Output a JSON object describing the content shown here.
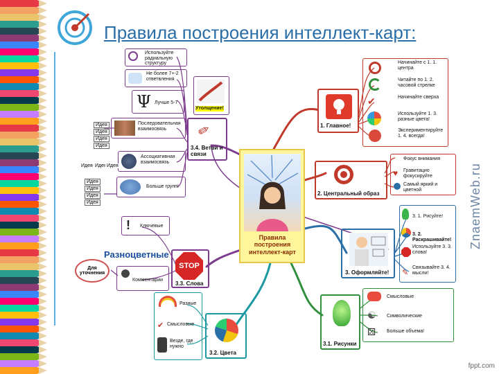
{
  "title": "Правила построения интеллект-карт",
  "title_colon": ":",
  "watermark": "ZnaemWeb.ru",
  "footer": "fppt.com",
  "center": "Правила построения интеллект-карт",
  "branch1": {
    "label": "1. Главное!",
    "items": [
      "Начинайте с 1. 1. центра",
      "Читайте по 1. 2. часовой стрелке",
      "Начинайте сверха",
      "Используйте 1. 3. разные цвета!",
      "Экспериментируйте 1. 4. всегда!"
    ]
  },
  "branch2": {
    "label": "2. Центральный образ",
    "items": [
      "Фокус внимания",
      "Гравитацио фокусируйте",
      "Самый яркий и цветной"
    ]
  },
  "branch3": {
    "label": "3. Оформляйте!",
    "items": [
      "3. 1. Рисуйте!",
      "3. 2. Раскрашивайте!",
      "Используйте 3. 3. слова!",
      "Связывайте 3. 4. мысли!"
    ]
  },
  "branch31": {
    "label": "3.1. Рисунки",
    "items": [
      "Смысловые",
      "Символические",
      "Больше объема!"
    ]
  },
  "branch32": {
    "label": "3.2. Цвета",
    "items": [
      "Разные",
      "Смысловые",
      "Везде, где нужно"
    ]
  },
  "branch33": {
    "label": "3.3. Слова",
    "stop": "STOP",
    "items": [
      "Ключевые",
      "Комментарии"
    ],
    "multicolor": "Разноцветные",
    "ellipse": "Для уточнения"
  },
  "branch34": {
    "label": "3.4. Ветви и связи",
    "thicken": "Утолщение!",
    "items": [
      "Используйте радиальную структуру",
      "Не более 7+-2 ответвления",
      "Лучше 5-7",
      "Последовательная взаимосвязь",
      "Ассоциативная взаимосвязь",
      "Больше групп!"
    ],
    "ideas_a": [
      "Идея",
      "Идея",
      "Идея",
      "Идея"
    ],
    "ideas_b": [
      "Идея",
      "Идея",
      "Идея"
    ],
    "ideas_c": [
      "Идея",
      "Идея",
      "Идея",
      "Идея"
    ]
  }
}
